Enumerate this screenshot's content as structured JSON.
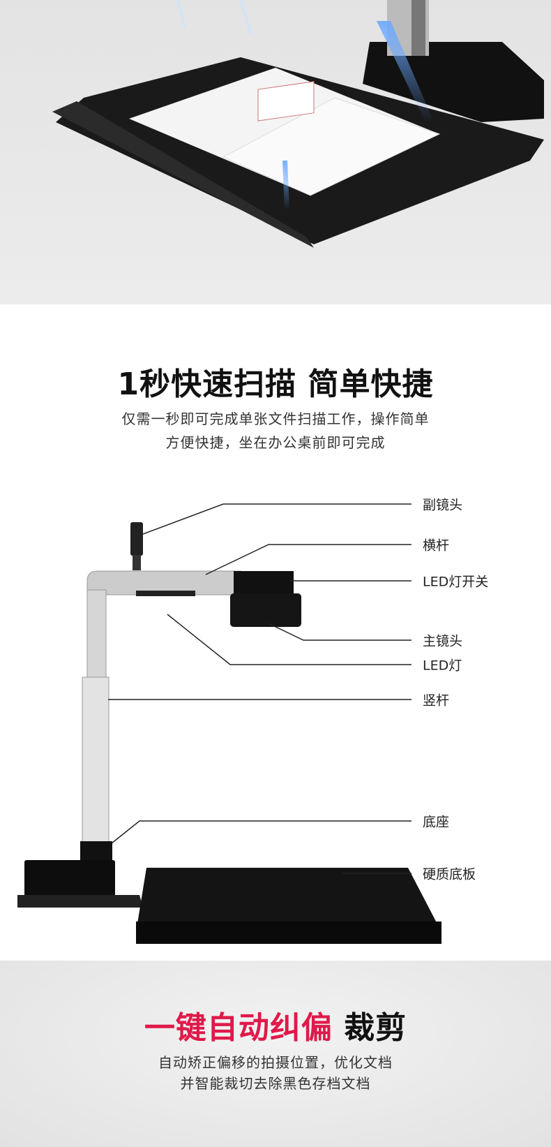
{
  "section1": {
    "title": "1秒快速扫描 简单快捷",
    "subtitle_line1": "仅需一秒即可完成单张文件扫描工作，操作简单",
    "subtitle_line2": "方便快捷，坐在办公桌前即可完成"
  },
  "diagram": {
    "labels": [
      "副镜头",
      "横杆",
      "LED灯开关",
      "主镜头",
      "LED灯",
      "竖杆",
      "底座",
      "硬质底板"
    ]
  },
  "section2": {
    "title_red": "一键自动纠偏",
    "title_black": "裁剪",
    "subtitle_line1": "自动矫正偏移的拍摄位置，优化文档",
    "subtitle_line2": "并智能裁切去除黑色存档文档",
    "accent_color": "#e0194a"
  }
}
